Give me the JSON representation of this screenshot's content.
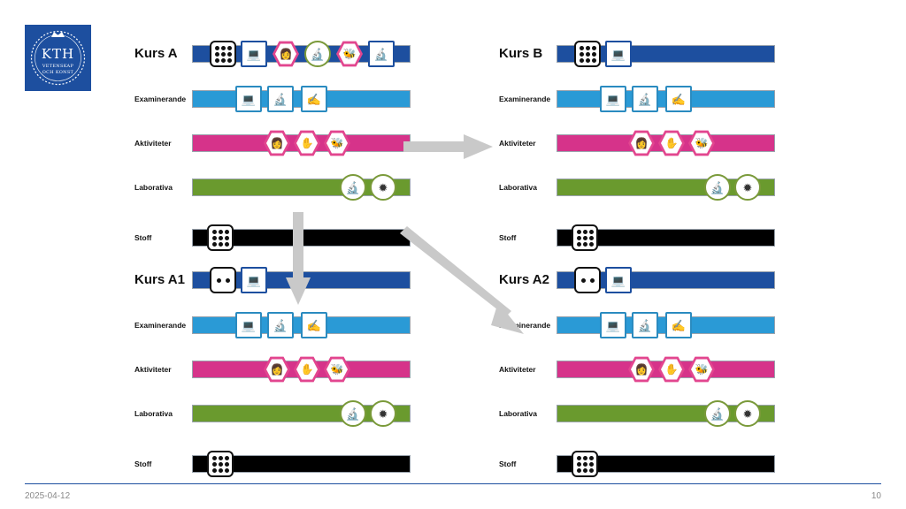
{
  "logo": {
    "line1": "KTH",
    "line2": "VETENSKAP",
    "line3": "OCH KONST"
  },
  "colors": {
    "kth_blue": "#1d4f9f",
    "examinerande": "#2a9ad6",
    "aktiviteter": "#d6338a",
    "laborativa": "#6a9a2e",
    "stoff": "#000000",
    "arrow": "#c9c9c9"
  },
  "blocks": [
    {
      "title": "Kurs A",
      "labels": [
        "Examinerande",
        "Aktiviteter",
        "Laborativa",
        "Stoff"
      ],
      "title_die": "die-six",
      "title_icons": [
        "laptop-icon",
        "person-icon",
        "microscope-icon",
        "bee-icon",
        "microscope-icon"
      ]
    },
    {
      "title": "Kurs B",
      "labels": [
        "Examinerande",
        "Aktiviteter",
        "Laborativa",
        "Stoff"
      ],
      "title_die": "die-six",
      "title_icons": [
        "laptop-icon"
      ]
    },
    {
      "title": "Kurs A1",
      "labels": [
        "Examinerande",
        "Aktiviteter",
        "Laborativa",
        "Stoff"
      ],
      "title_die": "die-two",
      "title_icons": [
        "laptop-icon"
      ]
    },
    {
      "title": "Kurs A2",
      "labels": [
        "Examinerande",
        "Aktiviteter",
        "Laborativa",
        "Stoff"
      ],
      "title_die": "die-two",
      "title_icons": [
        "laptop-icon"
      ]
    }
  ],
  "icons": {
    "laptop": "💻",
    "microscope": "🔬",
    "writing": "✍",
    "person": "👩",
    "hand": "✋",
    "bee": "🐝",
    "virus": "✹"
  },
  "footer": {
    "date": "2025-04-12",
    "page": "10"
  }
}
